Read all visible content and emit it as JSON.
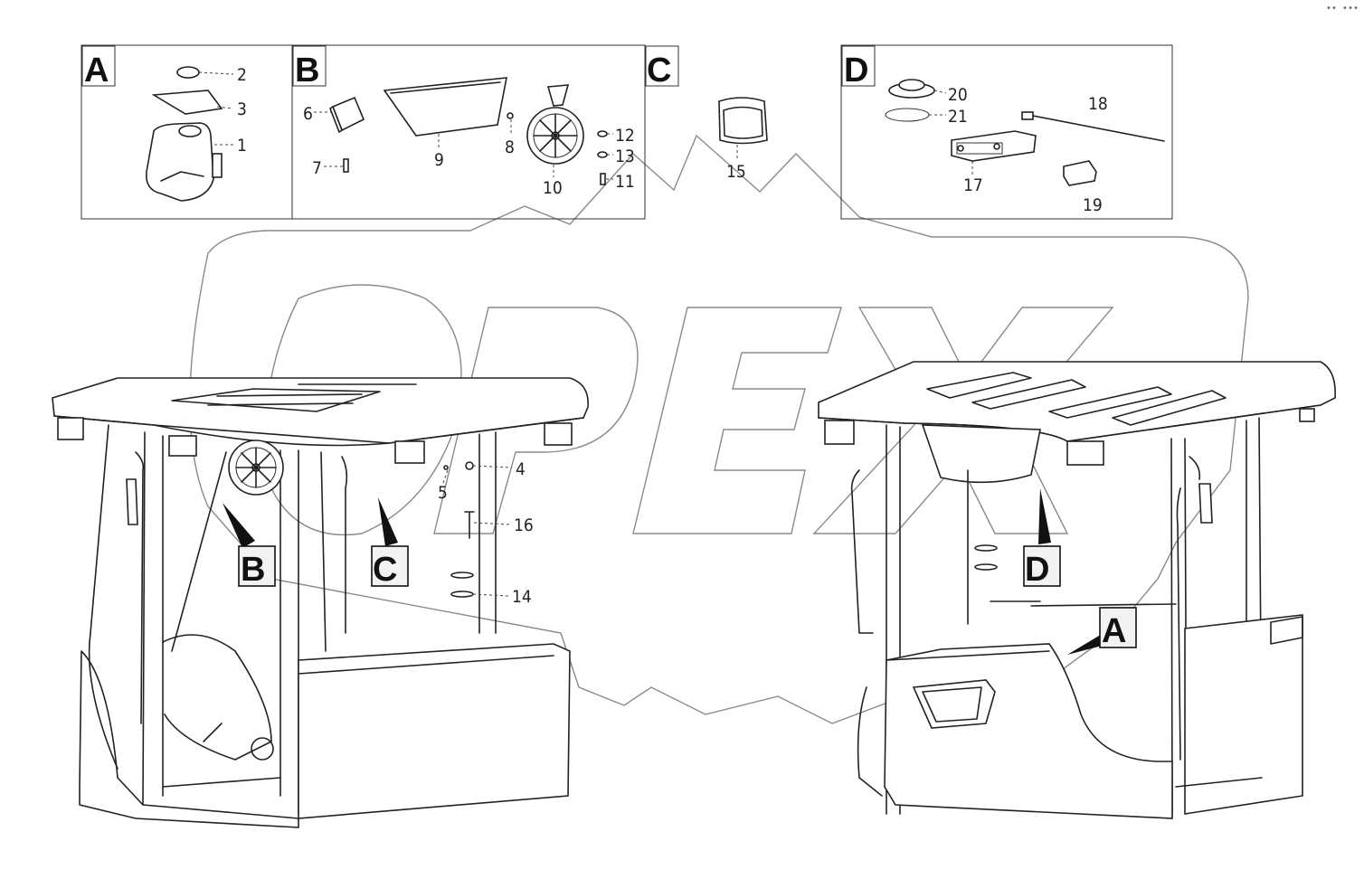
{
  "panels": [
    {
      "letter": "A",
      "parts": [
        "1",
        "2",
        "3"
      ]
    },
    {
      "letter": "B",
      "parts": [
        "6",
        "7",
        "8",
        "9",
        "10",
        "11",
        "12",
        "13"
      ]
    },
    {
      "letter": "C",
      "parts": [
        "15"
      ]
    },
    {
      "letter": "D",
      "parts": [
        "17",
        "18",
        "19",
        "20",
        "21"
      ]
    }
  ],
  "callouts": {
    "left_view": [
      "B",
      "C"
    ],
    "right_view": [
      "D",
      "A"
    ]
  },
  "cab_part_labels": [
    "4",
    "5",
    "16",
    "14"
  ],
  "watermark": "OPEX",
  "corner_mark": "•• •••"
}
